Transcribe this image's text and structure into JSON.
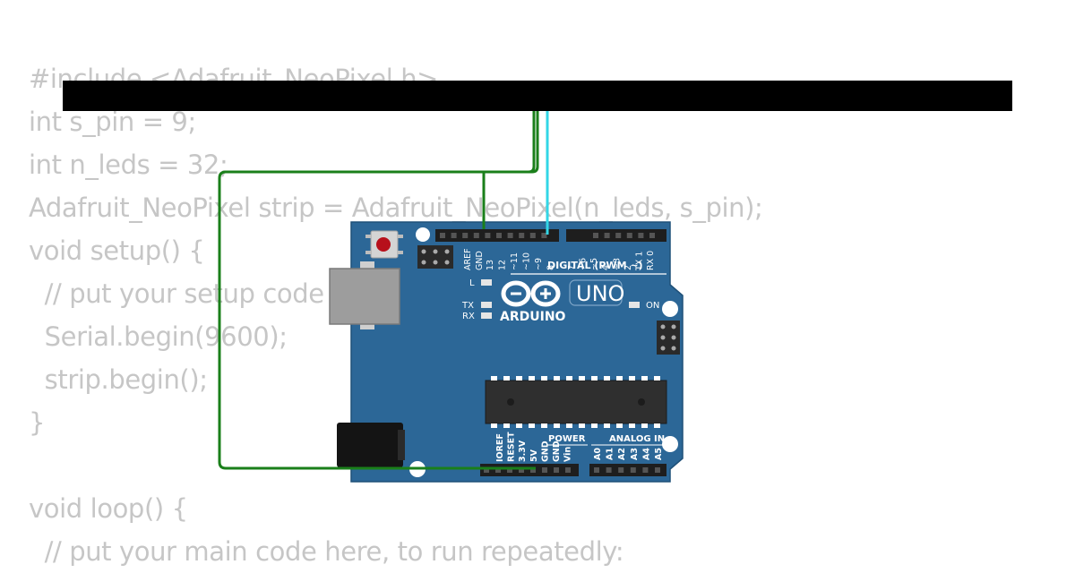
{
  "code": {
    "lines": [
      "#include <Adafruit_NeoPixel.h>",
      "int s_pin = 9;",
      "int n_leds = 32;",
      "Adafruit_NeoPixel strip = Adafruit_NeoPixel(n_leds, s_pin);",
      "void setup() {",
      "  // put your setup code here, to run once:",
      "  Serial.begin(9600);",
      "  strip.begin();",
      "}",
      "",
      "void loop() {",
      "  // put your main code here, to run repeatedly:"
    ]
  },
  "board": {
    "model_label": "UNO",
    "brand_label": "ARDUINO",
    "digital_header_label": "DIGITAL (PWM ~)",
    "power_label": "POWER",
    "analog_label": "ANALOG IN",
    "led_l": "L",
    "led_tx": "TX",
    "led_rx": "RX",
    "led_on": "ON",
    "digital_pins": [
      "AREF",
      "GND",
      "13",
      "12",
      "~11",
      "~10",
      "~9",
      "8",
      "7",
      "~6",
      "~5",
      "4",
      "~3",
      "2",
      "TX 1",
      "RX 0"
    ],
    "power_pins": [
      "IOREF",
      "RESET",
      "3.3V",
      "5V",
      "GND",
      "GND",
      "Vin"
    ],
    "analog_pins": [
      "A0",
      "A1",
      "A2",
      "A3",
      "A4",
      "A5"
    ]
  },
  "colors": {
    "board_blue": "#2c6797",
    "strip_black": "#000000",
    "wire_green": "#1a7f1a",
    "wire_cyan": "#33d6e6",
    "code_text": "#c6c6c6"
  }
}
